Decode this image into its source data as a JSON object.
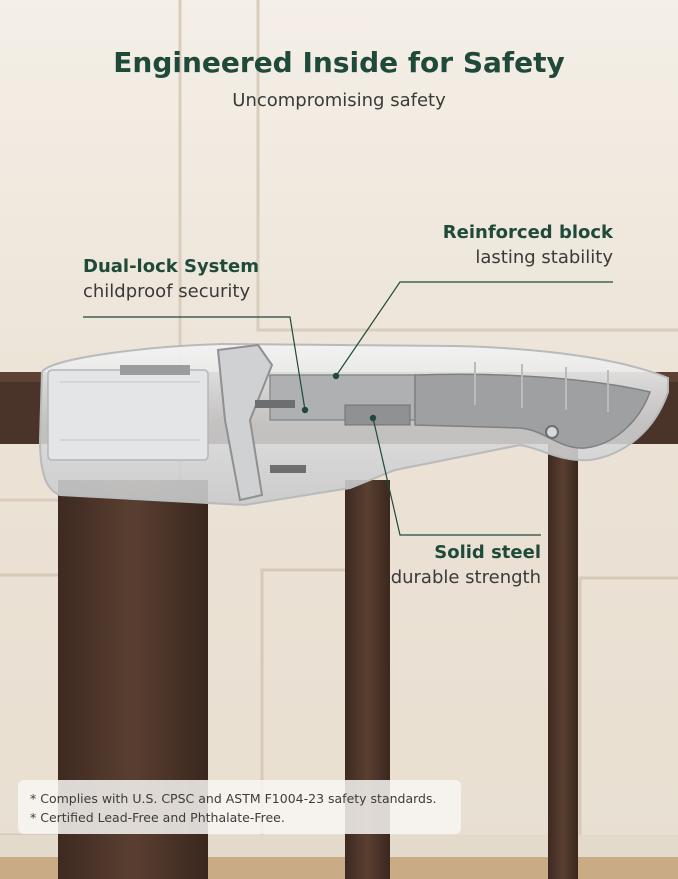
{
  "header": {
    "title": "Engineered Inside for Safety",
    "subtitle": "Uncompromising safety"
  },
  "callouts": {
    "dual_lock": {
      "title": "Dual-lock System",
      "desc": "childproof security"
    },
    "reinforced": {
      "title": "Reinforced block",
      "desc": "lasting stability"
    },
    "steel": {
      "title": "Solid steel",
      "desc": "durable strength"
    }
  },
  "notes": [
    "*  Complies with U.S. CPSC and ASTM F1004-23 safety standards.",
    "*  Certified Lead-Free and Phthalate-Free."
  ],
  "colors": {
    "accent": "#1f4a3a",
    "frame": "#4a3328",
    "wall": "#efe7dc"
  }
}
